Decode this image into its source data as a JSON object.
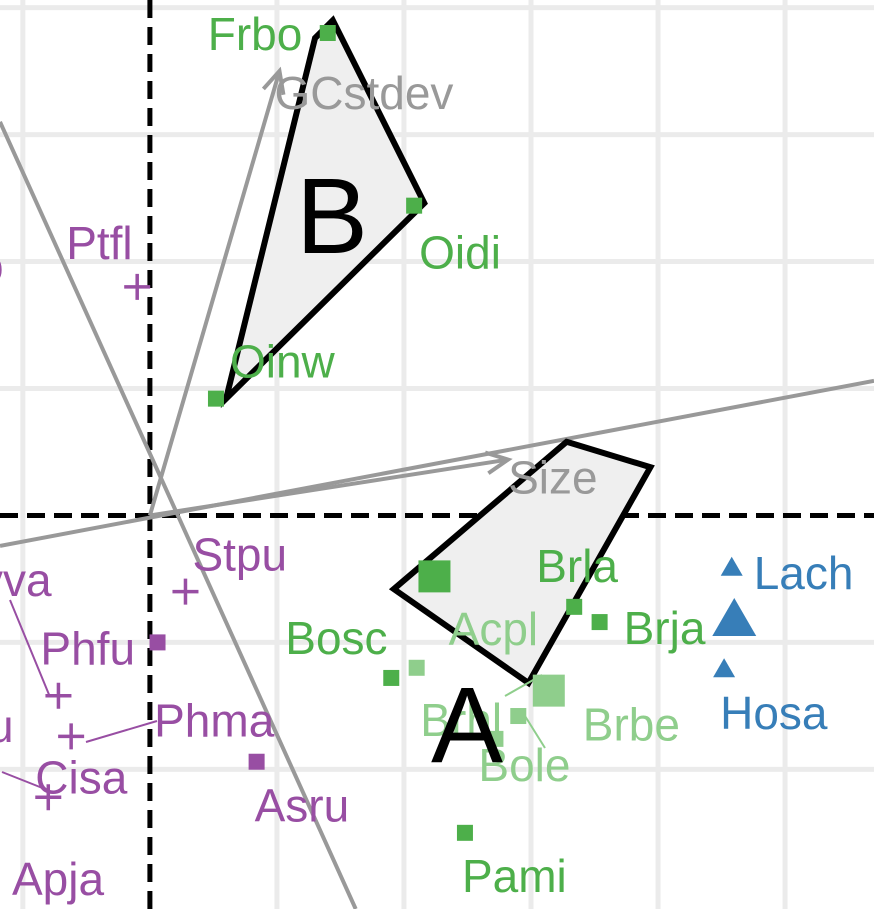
{
  "chart_data": {
    "type": "scatter",
    "xlim": [
      -0.59,
      2.85
    ],
    "ylim": [
      -1.55,
      2.03
    ],
    "grid": true,
    "colors": {
      "purple": "#984ea3",
      "green": "#4daf4a",
      "lightgreen": "#8fce8c",
      "blue": "#377eb8",
      "arrow": "#999999",
      "grid": "#ebebeb",
      "hull_fill": "#efefef"
    },
    "vectors": [
      {
        "label": "GCstdev",
        "x": 0.51,
        "y": 1.75
      },
      {
        "label": "Size",
        "x": 1.41,
        "y": 0.22
      }
    ],
    "axis_lines": [
      {
        "x1": -0.59,
        "y1": 1.55,
        "x2": 0.81,
        "y2": -1.55
      },
      {
        "x1": -0.59,
        "y1": -0.12,
        "x2": 2.85,
        "y2": 0.53
      }
    ],
    "hulls": [
      {
        "label": "A",
        "points": [
          [
            1.64,
            0.29
          ],
          [
            1.97,
            0.19
          ],
          [
            1.49,
            -0.66
          ],
          [
            0.96,
            -0.29
          ]
        ]
      },
      {
        "label": "B",
        "points": [
          [
            0.72,
            1.95
          ],
          [
            1.08,
            1.23
          ],
          [
            0.3,
            0.46
          ],
          [
            0.65,
            1.88
          ]
        ]
      }
    ],
    "points": [
      {
        "label": "Frbo",
        "x": 0.7,
        "y": 1.9,
        "marker": "square",
        "color": "green"
      },
      {
        "label": "Oidi",
        "x": 1.04,
        "y": 1.22,
        "marker": "square",
        "color": "green"
      },
      {
        "label": "Oinw",
        "x": 0.26,
        "y": 0.46,
        "marker": "square",
        "color": "green"
      },
      {
        "label": "",
        "x": 1.12,
        "y": -0.24,
        "marker": "square-large",
        "color": "green"
      },
      {
        "label": "Bosc",
        "x": 0.95,
        "y": -0.64,
        "marker": "square",
        "color": "green"
      },
      {
        "label": "Acpl",
        "x": 1.05,
        "y": -0.6,
        "marker": "square",
        "color": "lightgreen"
      },
      {
        "label": "Brla",
        "x": 1.67,
        "y": -0.36,
        "marker": "square",
        "color": "green"
      },
      {
        "label": "Brja",
        "x": 1.77,
        "y": -0.42,
        "marker": "square",
        "color": "green"
      },
      {
        "label": "Brbe",
        "x": 1.57,
        "y": -0.69,
        "marker": "square-large",
        "color": "lightgreen"
      },
      {
        "label": "Brhl",
        "x": 1.45,
        "y": -0.79,
        "marker": "square",
        "color": "lightgreen"
      },
      {
        "label": "Bole",
        "x": 1.36,
        "y": -0.88,
        "marker": "square",
        "color": "lightgreen"
      },
      {
        "label": "Pami",
        "x": 1.24,
        "y": -1.25,
        "marker": "square",
        "color": "green"
      },
      {
        "label": "Lach",
        "x": 2.29,
        "y": -0.2,
        "marker": "triangle",
        "color": "blue"
      },
      {
        "label": "",
        "x": 2.3,
        "y": -0.4,
        "marker": "triangle-large",
        "color": "blue"
      },
      {
        "label": "Hosa",
        "x": 2.26,
        "y": -0.6,
        "marker": "triangle",
        "color": "blue"
      },
      {
        "label": "Ptfl",
        "x": -0.05,
        "y": 0.9,
        "marker": "plus",
        "color": "purple"
      },
      {
        "label": "Stpu",
        "x": 0.14,
        "y": -0.3,
        "marker": "plus",
        "color": "purple"
      },
      {
        "label": "Phfu",
        "x": -0.36,
        "y": -0.71,
        "marker": "plus",
        "color": "purple"
      },
      {
        "label": "Phma",
        "x": -0.31,
        "y": -0.87,
        "marker": "plus",
        "color": "purple"
      },
      {
        "label": "Cisa",
        "x": -0.4,
        "y": -1.11,
        "marker": "plus",
        "color": "purple"
      },
      {
        "label": "",
        "x": 0.03,
        "y": -0.5,
        "marker": "square",
        "color": "purple"
      },
      {
        "label": "Asru",
        "x": 0.42,
        "y": -0.97,
        "marker": "square",
        "color": "purple"
      }
    ],
    "edge_labels": [
      {
        "label": "vva",
        "color": "purple"
      },
      {
        "label": "u",
        "color": "purple"
      },
      {
        "label": "Apja",
        "color": "purple"
      },
      {
        "label": "o",
        "color": "purple"
      }
    ]
  }
}
